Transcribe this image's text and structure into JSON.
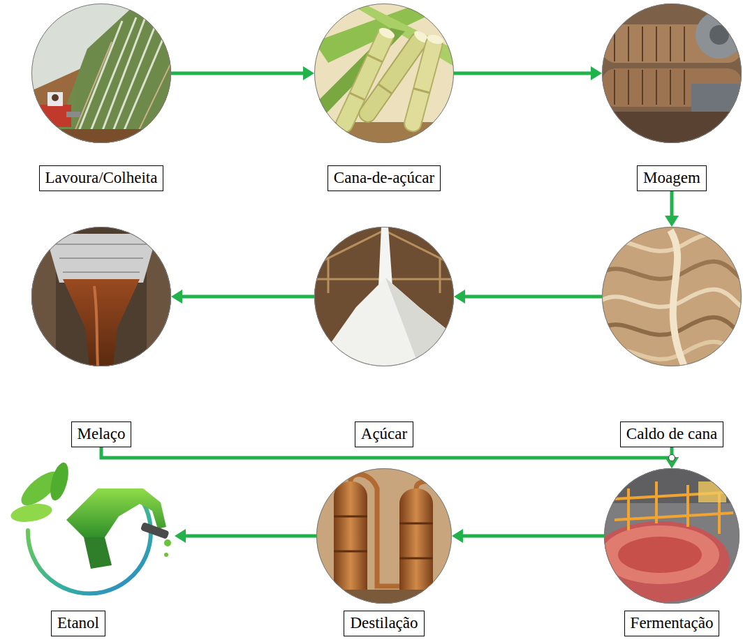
{
  "diagram": {
    "nodes": [
      {
        "text": [
          "Lavoura/Colheita"
        ]
      },
      {
        "text": [
          "Cana-de-açúcar"
        ]
      },
      {
        "text": [
          "Moagem"
        ]
      },
      {
        "text": [
          "Caldo de cana"
        ]
      },
      {
        "text": [
          "Açúcar"
        ]
      },
      {
        "text": [
          "Melaço"
        ]
      },
      {
        "text": [
          "Fermentação"
        ]
      },
      {
        "text": [
          "Destilação"
        ]
      },
      {
        "text": [
          "Etanol"
        ]
      }
    ],
    "edges": [
      {
        "from": 0,
        "to": 1,
        "arrow": "to"
      },
      {
        "from": 1,
        "to": 2,
        "arrow": "to"
      },
      {
        "from": 2,
        "to": 3,
        "arrow": "to"
      },
      {
        "from": 3,
        "to": 4,
        "arrow": "to"
      },
      {
        "from": 4,
        "to": 5,
        "arrow": "to"
      },
      {
        "from": 3,
        "to": 6,
        "arrow": "to"
      },
      {
        "from": 5,
        "to": 6,
        "arrow": "to"
      },
      {
        "from": 6,
        "to": 7,
        "arrow": "to"
      },
      {
        "from": 7,
        "to": 8,
        "arrow": "to"
      }
    ]
  }
}
